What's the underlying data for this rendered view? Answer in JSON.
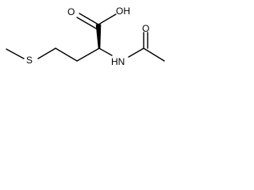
{
  "structure": {
    "atoms": {
      "oh": "OH",
      "o_acid": "O",
      "s": "S",
      "nh": "HN",
      "o_amide": "O"
    }
  }
}
